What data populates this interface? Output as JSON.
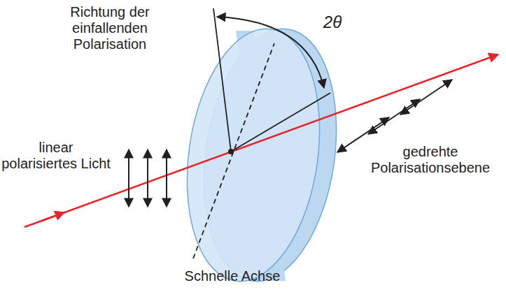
{
  "diagram": {
    "labels": [
      "Richtung der einfallenden Polarisation",
      "2θ",
      "linear polarisiertes Licht",
      "gedrehte Polarisationsebene",
      "Schnelle Achse"
    ]
  }
}
